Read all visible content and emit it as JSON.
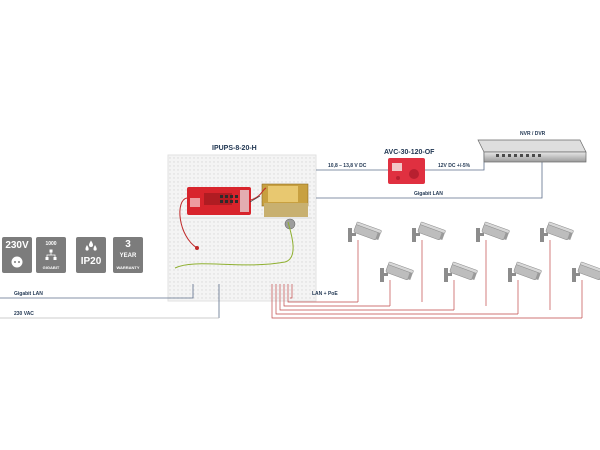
{
  "device_title": "IPUPS-8-20-H",
  "converter_title": "AVC-30-120-OF",
  "recorder_title": "NVR / DVR",
  "voltage_in_label": "10,8 – 13,8 V DC",
  "voltage_out_label": "12V DC +/-5%",
  "gigabit_lan_top_label": "Gigabit LAN",
  "gigabit_lan_bottom_label": "Gigabit LAN",
  "lan_poe_label": "LAN + PoE",
  "mains_label": "230 VAC",
  "badges": [
    {
      "main": "230V",
      "sub": "",
      "icon": "plug-icon"
    },
    {
      "main": "1000",
      "sub": "GIGABIT",
      "icon": "network-icon"
    },
    {
      "main": "IP20",
      "sub": "",
      "icon": "water-drops-icon"
    },
    {
      "main": "3",
      "sub2": "YEAR",
      "sub": "WARRANTY",
      "icon": ""
    }
  ],
  "colors": {
    "text": "#1f3551",
    "badge": "#7c7c7c",
    "board": "#d8242c",
    "cable_red": "#c04848",
    "cable_blue": "#5d6f8a",
    "ground": "#8fb030"
  }
}
